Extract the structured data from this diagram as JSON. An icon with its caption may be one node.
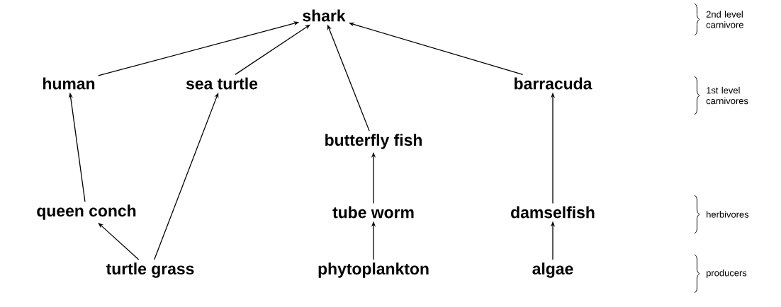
{
  "diagram": {
    "nodes": [
      {
        "text": [
          "shark"
        ]
      },
      {
        "text": [
          "human"
        ]
      },
      {
        "text": [
          "sea turtle"
        ]
      },
      {
        "text": [
          "barracuda"
        ]
      },
      {
        "text": [
          "butterfly fish"
        ]
      },
      {
        "text": [
          "queen conch"
        ]
      },
      {
        "text": [
          "tube worm"
        ]
      },
      {
        "text": [
          "damselfish"
        ]
      },
      {
        "text": [
          "turtle grass"
        ]
      },
      {
        "text": [
          "phytoplankton"
        ]
      },
      {
        "text": [
          "algae"
        ]
      }
    ],
    "edges": [
      {
        "from": 1,
        "to": 0,
        "arrow": "to"
      },
      {
        "from": 2,
        "to": 0,
        "arrow": "to"
      },
      {
        "from": 4,
        "to": 0,
        "arrow": "to"
      },
      {
        "from": 3,
        "to": 0,
        "arrow": "to"
      },
      {
        "from": 5,
        "to": 1,
        "arrow": "to"
      },
      {
        "from": 8,
        "to": 5,
        "arrow": "to"
      },
      {
        "from": 8,
        "to": 2,
        "arrow": "to"
      },
      {
        "from": 6,
        "to": 4,
        "arrow": "to"
      },
      {
        "from": 9,
        "to": 6,
        "arrow": "to"
      },
      {
        "from": 7,
        "to": 3,
        "arrow": "to"
      },
      {
        "from": 10,
        "to": 7,
        "arrow": "to"
      }
    ],
    "labels": [
      "2nd level carnivore",
      "1st level carnivores",
      "herbivores",
      "producers"
    ]
  }
}
